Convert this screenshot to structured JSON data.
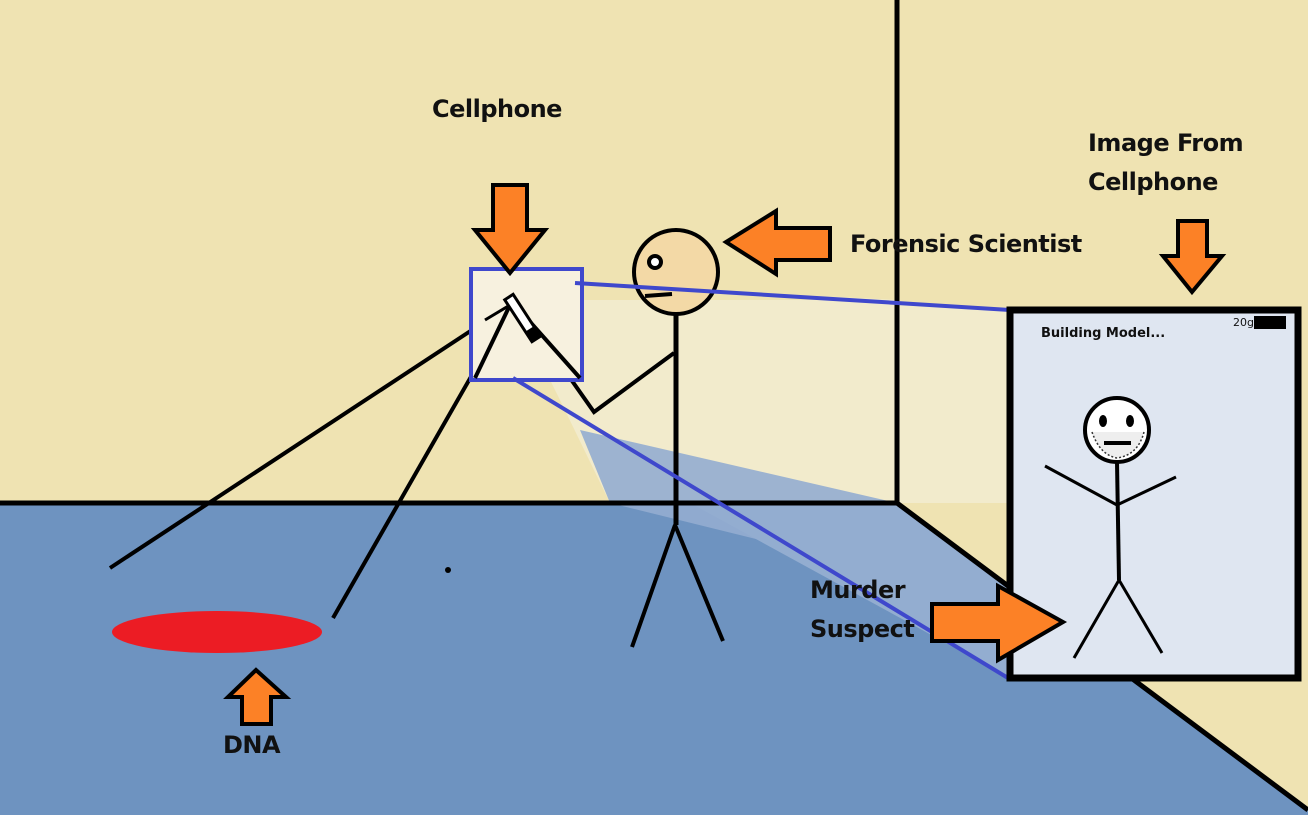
{
  "labels": {
    "cellphone": "Cellphone",
    "forensic_scientist": "Forensic Scientist",
    "image_from_line1": "Image From",
    "image_from_line2": "Cellphone",
    "murder_line1": "Murder",
    "murder_line2": "Suspect",
    "dna": "DNA"
  },
  "phone_screen": {
    "status_text": "Building Model...",
    "battery_text": "20g"
  },
  "icons": {
    "arrow": "block-arrow",
    "phone": "cellphone-icon",
    "battery": "battery-icon"
  },
  "colors": {
    "wall": "#efe3b2",
    "wall_light": "#f2ebcc",
    "floor": "#6e93c0",
    "floor_light": "#93add0",
    "arrow": "#fc8126",
    "dna": "#ec1c24",
    "zoom_box": "#3f48cc",
    "screen": "#dfe6f1",
    "head": "#f3d9a6",
    "outline": "#000000"
  }
}
